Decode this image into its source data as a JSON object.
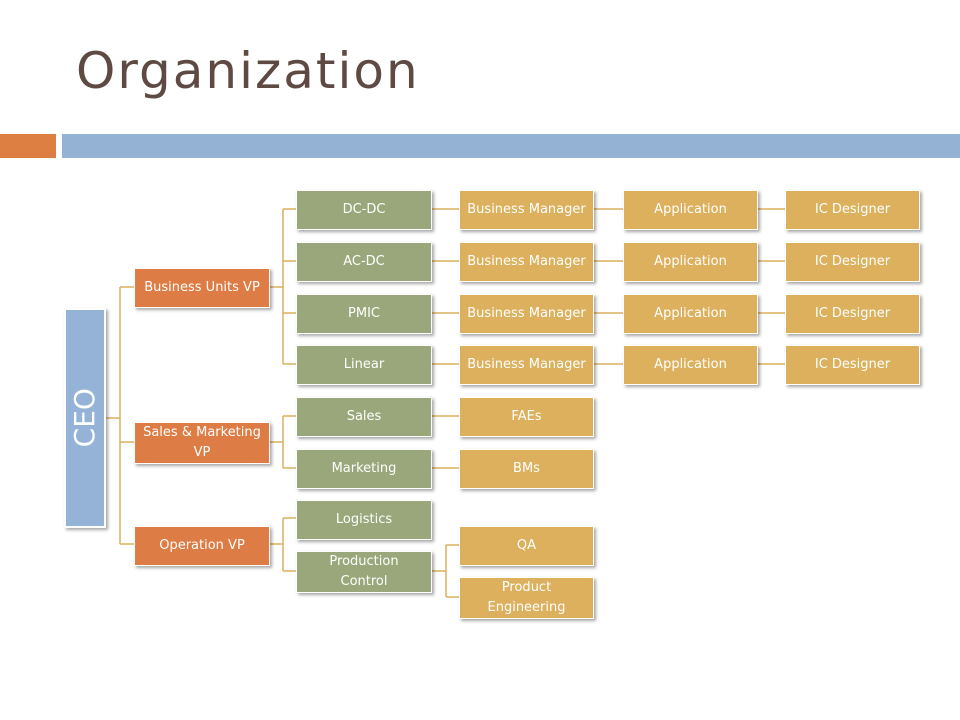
{
  "title": "Organization",
  "ceo": "CEO",
  "vps": {
    "business_units": "Business Units VP",
    "sales_marketing": "Sales & Marketing VP",
    "operation": "Operation VP"
  },
  "business_units": [
    {
      "unit": "DC-DC",
      "manager": "Business Manager",
      "application": "Application",
      "designer": "IC Designer"
    },
    {
      "unit": "AC-DC",
      "manager": "Business Manager",
      "application": "Application",
      "designer": "IC Designer"
    },
    {
      "unit": "PMIC",
      "manager": "Business Manager",
      "application": "Application",
      "designer": "IC Designer"
    },
    {
      "unit": "Linear",
      "manager": "Business Manager",
      "application": "Application",
      "designer": "IC Designer"
    }
  ],
  "sales_marketing": [
    {
      "dept": "Sales",
      "child": "FAEs"
    },
    {
      "dept": "Marketing",
      "child": "BMs"
    }
  ],
  "operation": {
    "logistics": "Logistics",
    "production_control": "Production Control",
    "qa": "QA",
    "product_engineering": "Product Engineering"
  },
  "colors": {
    "ceo": "#95b3d7",
    "vp": "#dd7c44",
    "dept": "#9aa77a",
    "role": "#dcb05c",
    "connector": "#dcb05c",
    "title": "#5f4a43",
    "accent_bar_left": "#dd7e43",
    "accent_bar_right": "#94b3d4"
  }
}
